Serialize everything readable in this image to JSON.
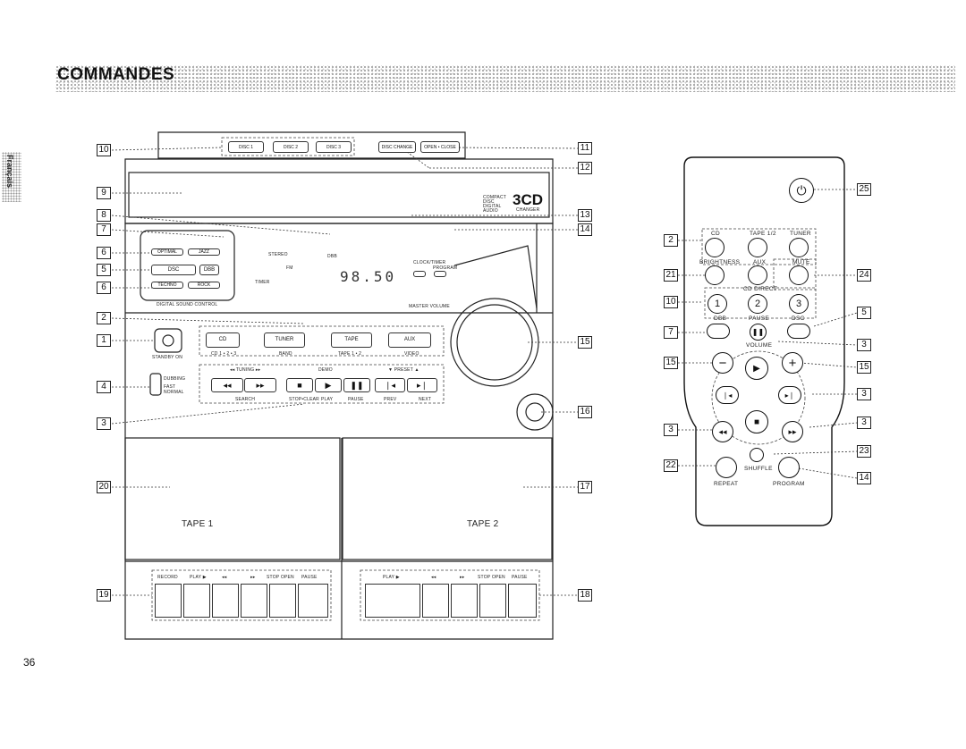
{
  "header": {
    "title": "COMMANDES",
    "side_tab": "Français",
    "page_number": "36"
  },
  "unit": {
    "top_buttons": [
      "DISC 1",
      "DISC 2",
      "DISC 3",
      "DISC CHANGE",
      "OPEN • CLOSE"
    ],
    "changer_logo": "3CD",
    "changer_sub": "CHANGER",
    "compact_disc_logo": "COMPACT DISC DIGITAL AUDIO",
    "dsc_presets": {
      "optimal": "OPTIMAL",
      "jazz": "JAZZ",
      "dsc": "DSC",
      "dbb": "DBB",
      "techno": "TECHNO",
      "rock": "ROCK"
    },
    "digital_sound_control": "DIGITAL SOUND CONTROL",
    "display": {
      "stereo": "STEREO",
      "fm": "FM",
      "timer": "TIMER",
      "dbb": "DBB",
      "frequency": "98.50",
      "clock_timer": "CLOCK/TIMER",
      "program": "PROGRAM"
    },
    "master_volume": "MASTER VOLUME",
    "standby": "STANDBY ON",
    "sources": [
      {
        "label": "CD",
        "sub": "CD 1 • 2 • 3"
      },
      {
        "label": "TUNER",
        "sub": "BAND"
      },
      {
        "label": "TAPE",
        "sub": "TAPE 1 • 2"
      },
      {
        "label": "AUX",
        "sub": "VIDEO"
      }
    ],
    "dubbing": {
      "title": "DUBBING",
      "fast": "FAST",
      "normal": "NORMAL"
    },
    "tuning_label": "◂◂ TUNING ▸▸",
    "demo_label": "DEMO",
    "preset_label": "▼ PRESET ▲",
    "transport_subs": [
      "SEARCH",
      "STOP•CLEAR",
      "PLAY",
      "PAUSE",
      "PREV",
      "NEXT"
    ],
    "tape1": "TAPE 1",
    "tape2": "TAPE 2",
    "deck1_keys": [
      "RECORD",
      "PLAY ▶",
      "◂◂",
      "▸▸",
      "STOP OPEN",
      "PAUSE"
    ],
    "deck2_keys": [
      "PLAY ▶",
      "◂◂",
      "▸▸",
      "STOP OPEN",
      "PAUSE"
    ]
  },
  "remote": {
    "row1": [
      "CD",
      "TAPE 1/2",
      "TUNER"
    ],
    "row2": [
      "BRIGHTNESS",
      "AUX",
      "MUTE"
    ],
    "cd_direct": "CD DIRECT",
    "cd_nums": [
      "1",
      "2",
      "3"
    ],
    "row4": [
      "DBB",
      "PAUSE",
      "DSC"
    ],
    "volume": "VOLUME",
    "shuffle": "SHUFFLE",
    "repeat": "REPEAT",
    "program": "PROGRAM"
  },
  "callouts": {
    "left": [
      "10",
      "9",
      "8",
      "7",
      "6",
      "5",
      "6",
      "2",
      "1",
      "4",
      "3",
      "20",
      "19"
    ],
    "right": [
      "11",
      "12",
      "13",
      "14",
      "15",
      "16",
      "17",
      "18"
    ],
    "remote_left": [
      "2",
      "21",
      "10",
      "7",
      "15",
      "3",
      "22"
    ],
    "remote_right": [
      "25",
      "24",
      "5",
      "3",
      "15",
      "3",
      "3",
      "23",
      "14"
    ]
  }
}
